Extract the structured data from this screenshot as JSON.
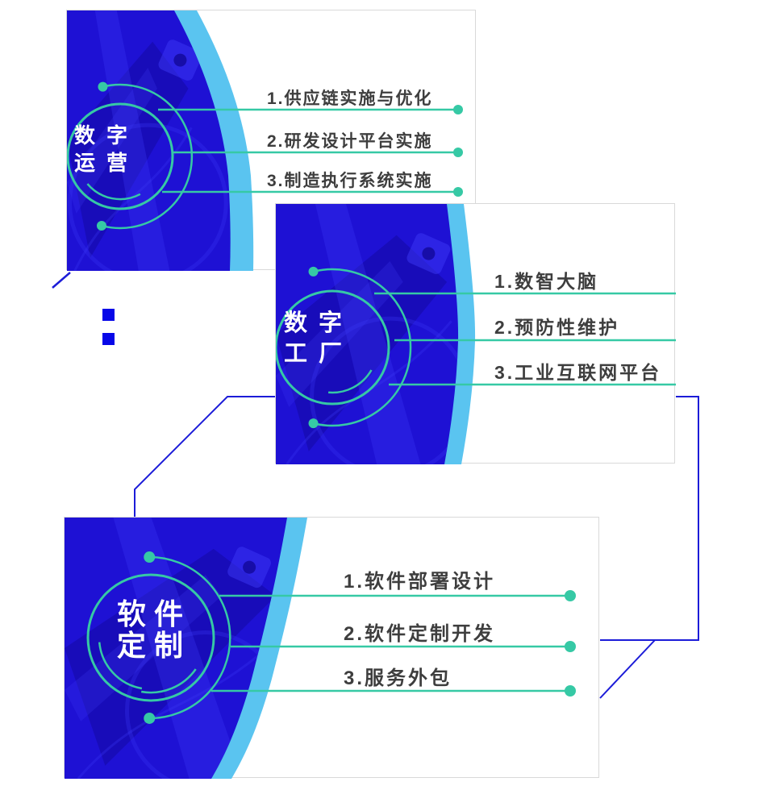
{
  "colors": {
    "photo_blue": "#1e11d4",
    "photo_blue_dark": "#120798",
    "photo_blue_light": "#3c38f5",
    "crescent_cyan": "#5ac4f0",
    "teal": "#36c9a5",
    "item_text": "#3e3e3e",
    "label_text": "#ffffff",
    "connector_blue": "#1c1cd8",
    "panel_border": "#d9d9d9",
    "square_blue": "#0707e8"
  },
  "panels": [
    {
      "id": "digital-operations",
      "label_top": "数字",
      "label_bottom": "运营",
      "items": [
        {
          "label": "1.供应链实施与优化"
        },
        {
          "label": "2.研发设计平台实施"
        },
        {
          "label": "3.制造执行系统实施"
        }
      ]
    },
    {
      "id": "digital-factory",
      "label_top": "数字",
      "label_bottom": "工厂",
      "items": [
        {
          "label": "1.数智大脑"
        },
        {
          "label": "2.预防性维护"
        },
        {
          "label": "3.工业互联网平台"
        }
      ]
    },
    {
      "id": "software-customization",
      "label_top": "软件",
      "label_bottom": "定制",
      "items": [
        {
          "label": "1.软件部署设计"
        },
        {
          "label": "2.软件定制开发"
        },
        {
          "label": "3.服务外包"
        }
      ]
    }
  ],
  "decorations": {
    "colon_squares_count": 2
  }
}
